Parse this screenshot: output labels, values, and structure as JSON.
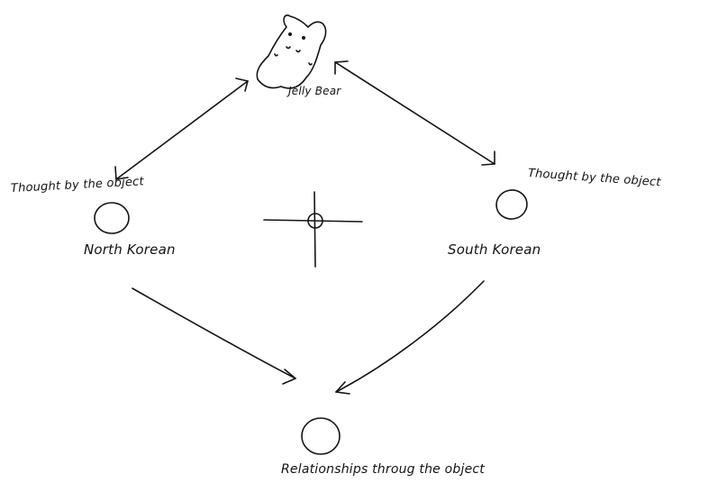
{
  "diagram": {
    "bear_label": "Jelly Bear",
    "north_thought_label": "Thought by the object",
    "south_thought_label": "Thought by the object",
    "north_label": "North Korean",
    "south_label": "South Korean",
    "relationships_label": "Relationships throug the object"
  },
  "colors": {
    "ink": "#141414",
    "paper": "#ffffff"
  }
}
